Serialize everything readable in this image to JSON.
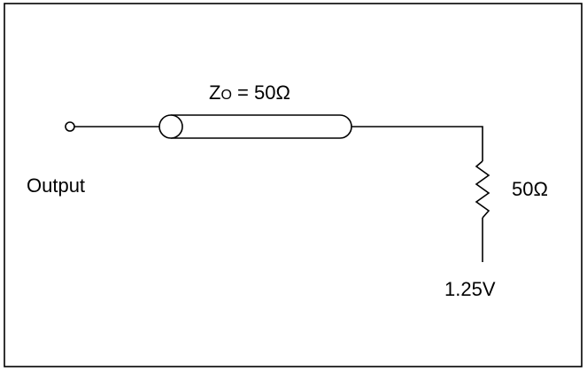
{
  "diagram": {
    "title_main": "Z",
    "title_sub": "O",
    "title_rest": " = 50Ω",
    "output_label": "Output",
    "resistor_label": "50Ω",
    "voltage_label": "1.25V"
  },
  "colors": {
    "line": "#000000",
    "background": "#ffffff"
  }
}
